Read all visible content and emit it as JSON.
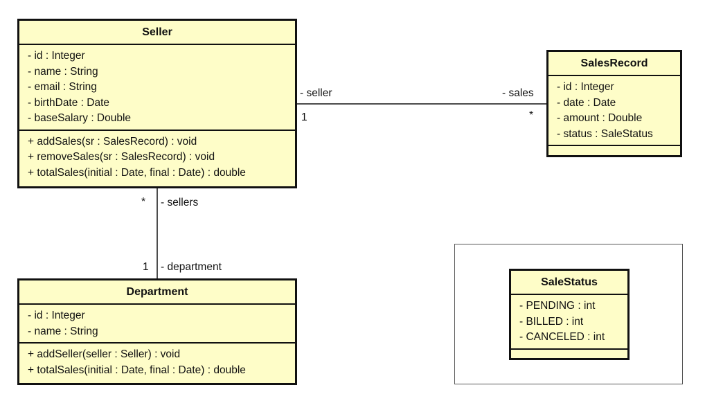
{
  "colors": {
    "class_fill": "#fefdc8",
    "border": "#111111",
    "frame_border": "#555555"
  },
  "classes": {
    "seller": {
      "name": "Seller",
      "attributes": [
        "- id : Integer",
        "- name : String",
        "- email : String",
        "- birthDate : Date",
        "- baseSalary : Double"
      ],
      "operations": [
        "+ addSales(sr : SalesRecord) : void",
        "+ removeSales(sr : SalesRecord) : void",
        "+ totalSales(initial : Date, final : Date) : double"
      ]
    },
    "sales_record": {
      "name": "SalesRecord",
      "attributes": [
        "- id : Integer",
        "- date : Date",
        "- amount : Double",
        "- status : SaleStatus"
      ],
      "operations": []
    },
    "department": {
      "name": "Department",
      "attributes": [
        "- id : Integer",
        "- name : String"
      ],
      "operations": [
        "+ addSeller(seller : Seller) : void",
        "+ totalSales(initial : Date, final : Date) : double"
      ]
    },
    "sale_status": {
      "name": "SaleStatus",
      "attributes": [
        "- PENDING : int",
        "- BILLED : int",
        "- CANCELED : int"
      ],
      "operations": []
    }
  },
  "associations": {
    "seller_sales": {
      "left_role": "- seller",
      "left_multiplicity": "1",
      "right_role": "- sales",
      "right_multiplicity": "*"
    },
    "seller_department": {
      "top_role": "- sellers",
      "top_multiplicity": "*",
      "bottom_role": "- department",
      "bottom_multiplicity": "1"
    }
  }
}
